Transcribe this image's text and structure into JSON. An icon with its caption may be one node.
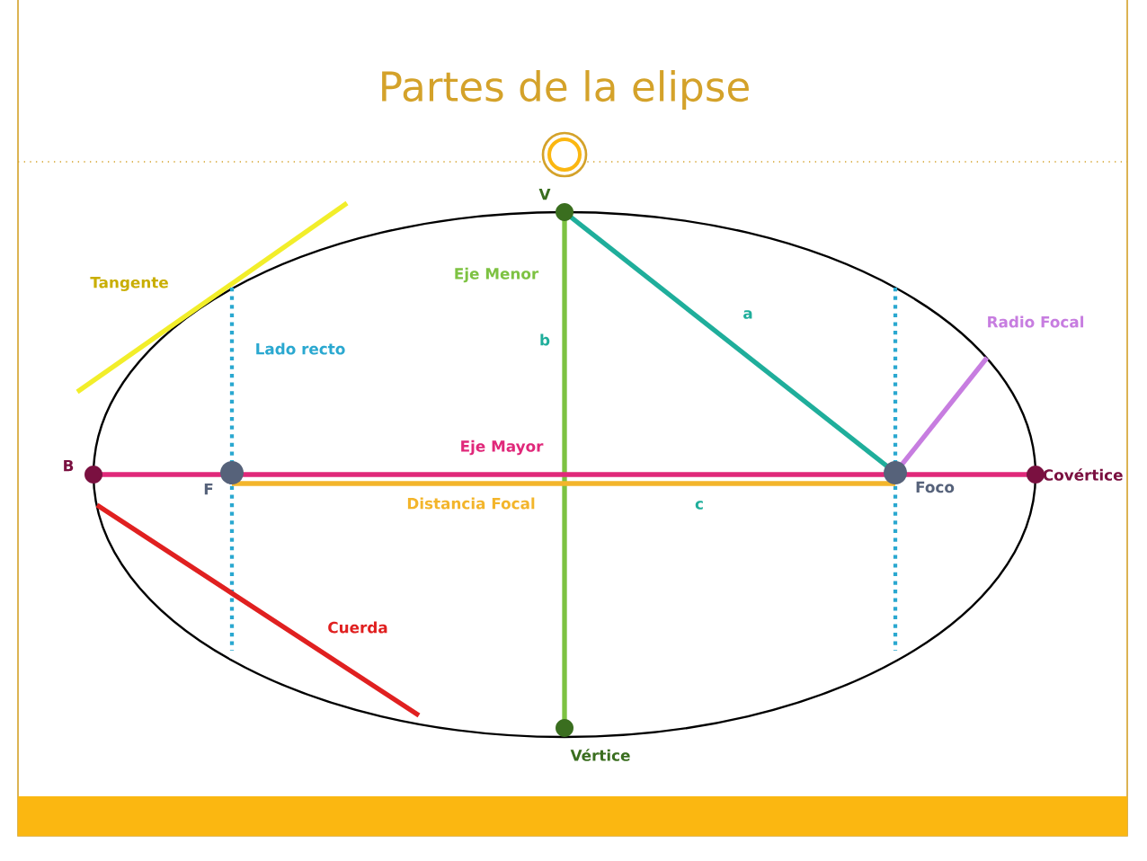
{
  "diagram": {
    "title": "Partes de la elipse",
    "labels": [
      "V",
      "Tangente",
      "Eje Menor",
      "a",
      "Radio Focal",
      "Lado recto",
      "b",
      "Eje Mayor",
      "B",
      "Covértice",
      "F",
      "Distancia Focal",
      "c",
      "Foco",
      "Cuerda",
      "Vértice"
    ]
  }
}
